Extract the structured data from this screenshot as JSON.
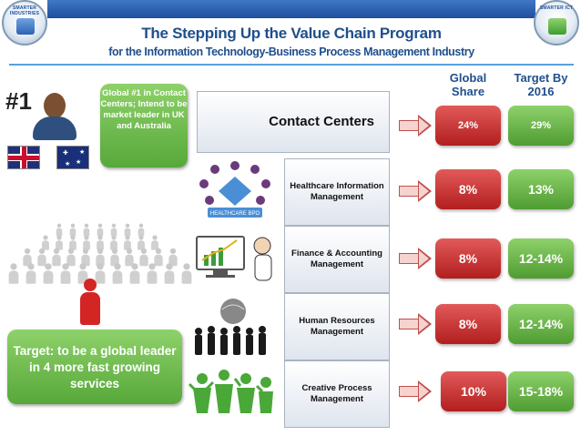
{
  "branding": {
    "logo_text": "SMARTER INDUSTRIES",
    "logo_text_right": "SMARTER ICT"
  },
  "header": {
    "title": "The Stepping Up the Value Chain Program",
    "subtitle": "for the Information Technology-Business Process Management Industry"
  },
  "columns": {
    "global_share": "Global Share",
    "target": "Target By 2016"
  },
  "left_panel": {
    "rank": "#1",
    "callout": "Global #1 in Contact Centers; Intend to be market leader in UK and Australia",
    "target_text": "Target: to be a global leader in 4 more fast growing services"
  },
  "services": [
    {
      "label": "Contact Centers",
      "global_share": "24%",
      "target": "29%"
    },
    {
      "label": "Healthcare Information Management",
      "global_share": "8%",
      "target": "13%"
    },
    {
      "label": "Finance & Accounting Management",
      "global_share": "8%",
      "target": "12-14%"
    },
    {
      "label": "Human Resources Management",
      "global_share": "8%",
      "target": "12-14%"
    },
    {
      "label": "Creative Process Management",
      "global_share": "10%",
      "target": "15-18%"
    }
  ],
  "images": {
    "healthcare_badge": "HEALTHCARE BPO"
  },
  "colors": {
    "accent_blue": "#1f4f8c",
    "red": "#c0292a",
    "green": "#6cb84a"
  }
}
